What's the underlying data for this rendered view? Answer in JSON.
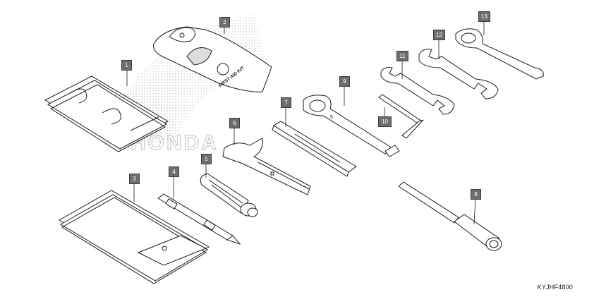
{
  "diagram": {
    "reference_code": "KYJHF4800",
    "pouch_text": "FIRST AID KIT",
    "callouts": [
      {
        "label": "1",
        "part": "document-holder"
      },
      {
        "label": "2",
        "part": "first-aid-kit-pouch"
      },
      {
        "label": "3",
        "part": "tool-bag"
      },
      {
        "label": "4",
        "part": "screwdriver-grip"
      },
      {
        "label": "5",
        "part": "screwdriver-handle"
      },
      {
        "label": "6",
        "part": "pin-spanner"
      },
      {
        "label": "7",
        "part": "extension-bar"
      },
      {
        "label": "8",
        "part": "spark-plug-wrench"
      },
      {
        "label": "9",
        "part": "box-end-wrench"
      },
      {
        "label": "10",
        "part": "hex-key"
      },
      {
        "label": "11",
        "part": "open-end-wrench-small"
      },
      {
        "label": "12",
        "part": "open-end-wrench-medium"
      },
      {
        "label": "13",
        "part": "combination-wrench"
      }
    ],
    "watermark_text": "HONDA",
    "colors": {
      "line": "#1a1a1a",
      "callout_fill": "#6e6e6e",
      "dots": "#c8c8c8"
    }
  }
}
